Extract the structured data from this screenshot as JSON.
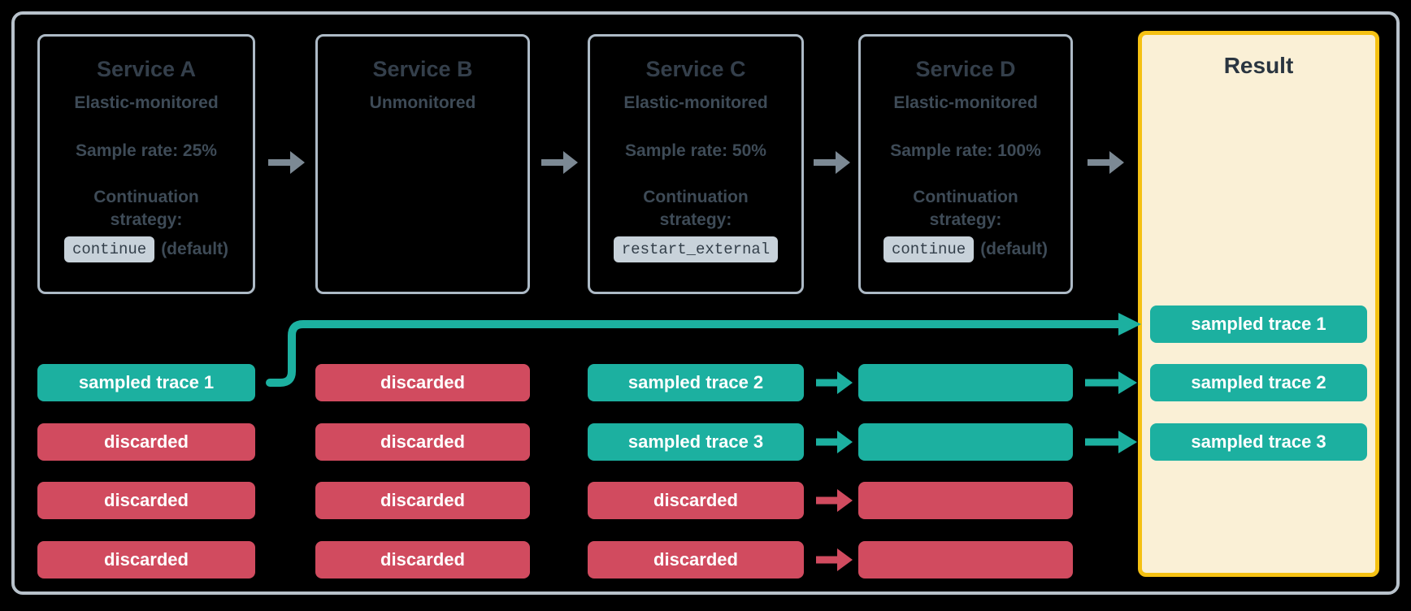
{
  "services": [
    {
      "title": "Service A",
      "monitoring": "Elastic-monitored",
      "sample_rate": "Sample rate: 25%",
      "continuation_label": "Continuation strategy:",
      "strategy_code": "continue",
      "strategy_suffix": "(default)"
    },
    {
      "title": "Service B",
      "monitoring": "Unmonitored"
    },
    {
      "title": "Service C",
      "monitoring": "Elastic-monitored",
      "sample_rate": "Sample rate: 50%",
      "continuation_label": "Continuation strategy:",
      "strategy_code": "restart_external"
    },
    {
      "title": "Service D",
      "monitoring": "Elastic-monitored",
      "sample_rate": "Sample rate: 100%",
      "continuation_label": "Continuation strategy:",
      "strategy_code": "continue",
      "strategy_suffix": "(default)"
    }
  ],
  "columns": [
    {
      "service": "Service A",
      "chips": [
        {
          "label": "sampled trace 1",
          "status": "sampled"
        },
        {
          "label": "discarded",
          "status": "discarded"
        },
        {
          "label": "discarded",
          "status": "discarded"
        },
        {
          "label": "discarded",
          "status": "discarded"
        }
      ]
    },
    {
      "service": "Service B",
      "chips": [
        {
          "label": "discarded",
          "status": "discarded"
        },
        {
          "label": "discarded",
          "status": "discarded"
        },
        {
          "label": "discarded",
          "status": "discarded"
        },
        {
          "label": "discarded",
          "status": "discarded"
        }
      ]
    },
    {
      "service": "Service C",
      "chips": [
        {
          "label": "sampled trace 2",
          "status": "sampled"
        },
        {
          "label": "sampled trace 3",
          "status": "sampled"
        },
        {
          "label": "discarded",
          "status": "discarded"
        },
        {
          "label": "discarded",
          "status": "discarded"
        }
      ]
    },
    {
      "service": "Service D",
      "chips": [
        {
          "label": "",
          "status": "sampled"
        },
        {
          "label": "",
          "status": "sampled"
        },
        {
          "label": "",
          "status": "discarded"
        },
        {
          "label": "",
          "status": "discarded"
        }
      ]
    }
  ],
  "result": {
    "title": "Result",
    "chips": [
      "sampled trace 1",
      "sampled trace 2",
      "sampled trace 3"
    ]
  },
  "colors": {
    "sampled_teal": "#1CB0A0",
    "discarded_red": "#D14B5F",
    "result_border_yellow": "#F5C113",
    "result_background_cream": "#FAF0D6",
    "service_box_border": "#ADBAC6",
    "outer_frame_border": "#B8C2CB",
    "flow_arrow_gray": "#7C8994",
    "text_dark_slate": "#343F4B",
    "code_chip_background": "#C8D2DA",
    "background": "#000000"
  }
}
